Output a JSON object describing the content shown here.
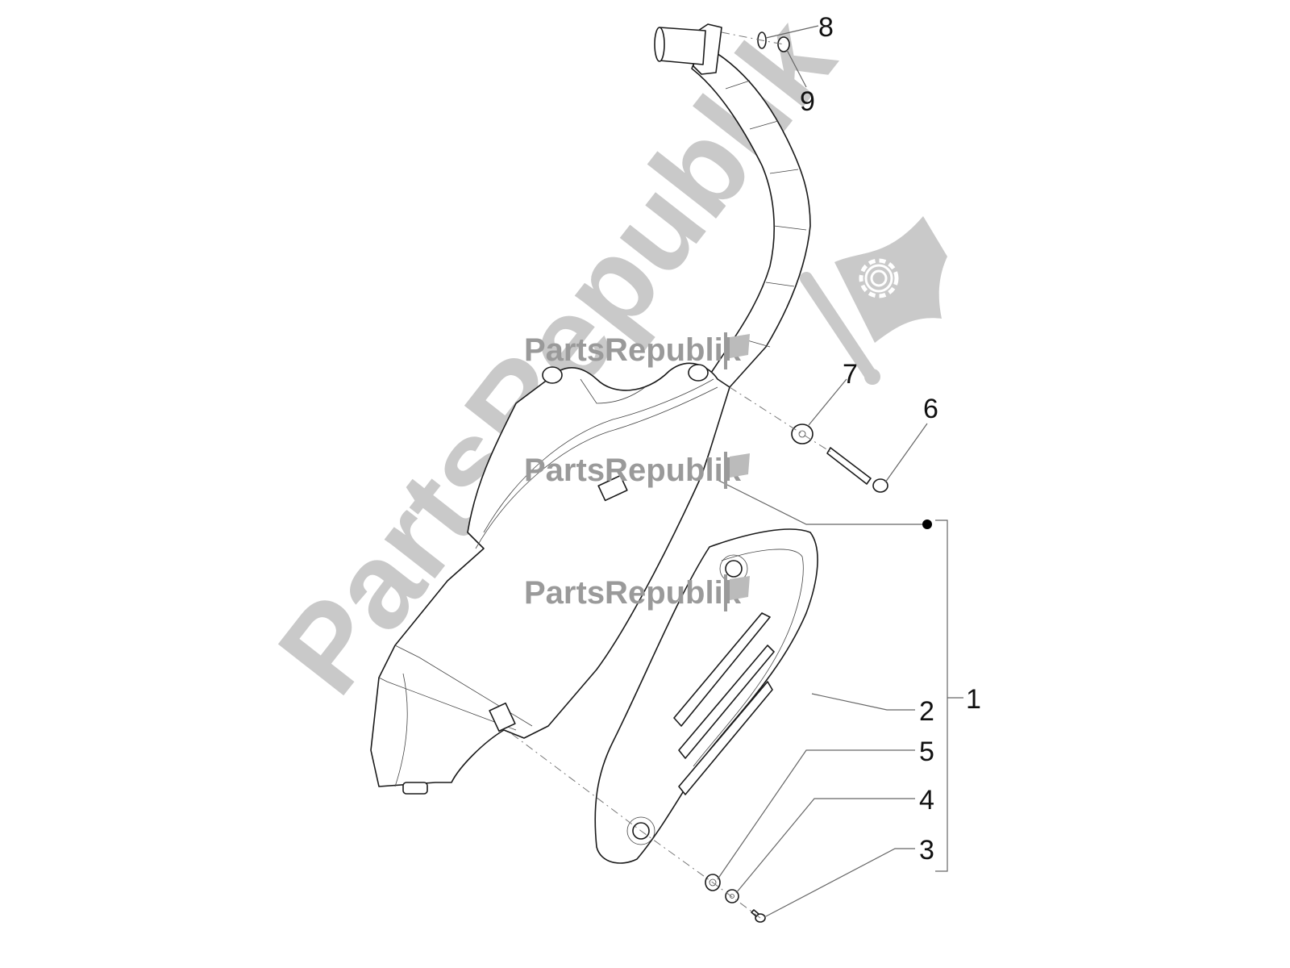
{
  "diagram": {
    "subject": "Exhaust muffler assembly exploded view",
    "background": "#ffffff",
    "line_color": "#1a1a1a",
    "watermark_color": "#c9c9c9",
    "callouts": [
      {
        "id": "8",
        "label": "8",
        "part": "washer"
      },
      {
        "id": "9",
        "label": "9",
        "part": "nut"
      },
      {
        "id": "7",
        "label": "7",
        "part": "washer"
      },
      {
        "id": "6",
        "label": "6",
        "part": "bolt"
      },
      {
        "id": "1",
        "label": "1",
        "part": "muffler assembly (group bracket)"
      },
      {
        "id": "2",
        "label": "2",
        "part": "heat shield"
      },
      {
        "id": "5",
        "label": "5",
        "part": "grommet"
      },
      {
        "id": "4",
        "label": "4",
        "part": "washer"
      },
      {
        "id": "3",
        "label": "3",
        "part": "screw"
      }
    ]
  },
  "watermarks": {
    "small_text": "PartsRepublik",
    "large_text": "PartsRepublik",
    "logo_icon": "flag-gear-icon"
  }
}
